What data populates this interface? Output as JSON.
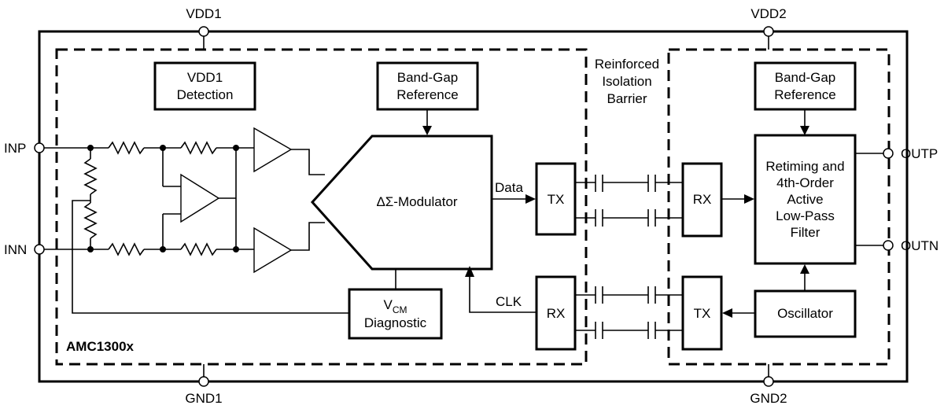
{
  "pins": {
    "vdd1": "VDD1",
    "vdd2": "VDD2",
    "gnd1": "GND1",
    "gnd2": "GND2",
    "inp": "INP",
    "inn": "INN",
    "outp": "OUTP",
    "outn": "OUTN"
  },
  "blocks": {
    "vdd1_detection": [
      "VDD1",
      "Detection"
    ],
    "bandgap_left": [
      "Band-Gap",
      "Reference"
    ],
    "bandgap_right": [
      "Band-Gap",
      "Reference"
    ],
    "modulator": "ΔΣ-Modulator",
    "vcm_diag": {
      "v": "V",
      "sub": "CM",
      "line2": "Diagnostic"
    },
    "tx_left": "TX",
    "rx_left": "RX",
    "rx_right": "RX",
    "tx_right": "TX",
    "filter": [
      "Retiming and",
      "4th-Order",
      "Active",
      "Low-Pass",
      "Filter"
    ],
    "oscillator": "Oscillator"
  },
  "signals": {
    "data": "Data",
    "clk": "CLK"
  },
  "barrier": [
    "Reinforced",
    "Isolation",
    "Barrier"
  ],
  "part": "AMC1300x"
}
